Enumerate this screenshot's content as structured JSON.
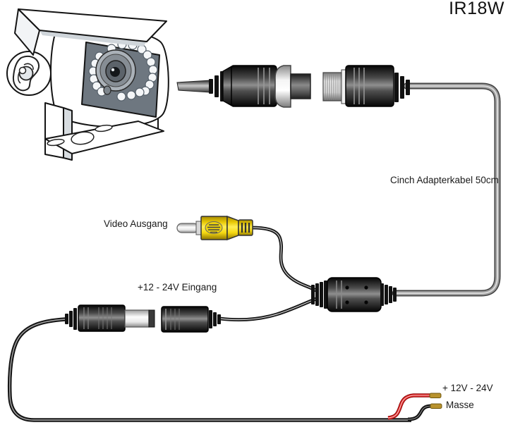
{
  "page": {
    "title": "IR18W",
    "background": "#ffffff"
  },
  "labels": {
    "cinch_cable": "Cinch Adapterkabel 50cm",
    "video_output": "Video Ausgang",
    "power_input": "+12 - 24V Eingang",
    "power_positive": "+ 12V - 24V",
    "power_ground": "Masse"
  },
  "colors": {
    "rca_yellow": "#f6d912",
    "rca_yellow_highlight": "#ffee55",
    "wire_red": "#d42020",
    "wire_black": "#141414",
    "ferrule_gold": "#b8922d",
    "cable_gray": "#9b9b9b",
    "text": "#1a1a1a"
  },
  "icons": {
    "camera": "rearview-camera-illustration",
    "male_connector": "4pin-aviation-connector-male",
    "female_connector": "4pin-aviation-connector-female",
    "rca": "rca-cinch-plug",
    "dc_plug": "dc-barrel-plug",
    "dc_jack": "dc-barrel-jack",
    "junction": "cable-junction"
  }
}
